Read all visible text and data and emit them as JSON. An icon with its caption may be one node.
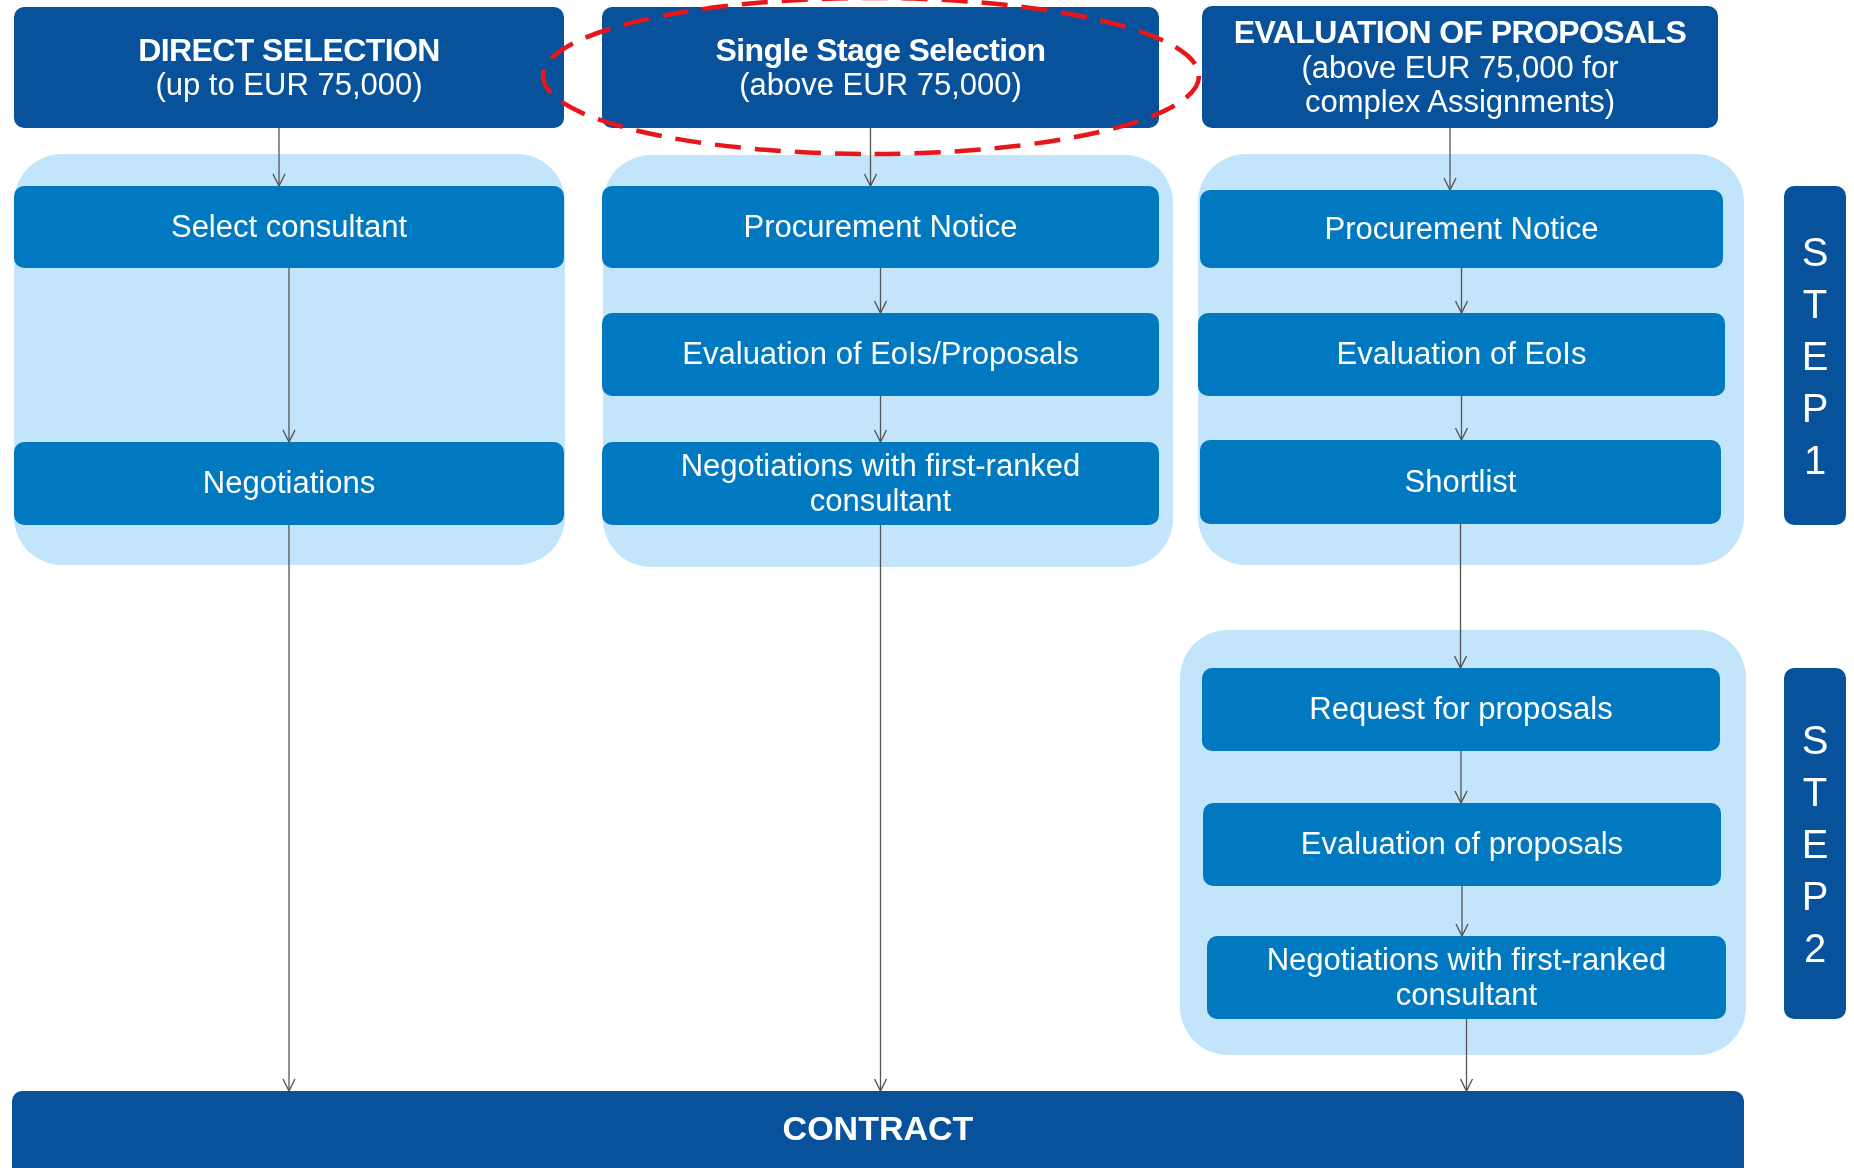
{
  "diagram": {
    "nodes": [
      {
        "text": [
          "DIRECT SELECTION",
          "(up to EUR 75,000)"
        ]
      },
      {
        "text": [
          "Single Stage Selection",
          "(above EUR 75,000)"
        ]
      },
      {
        "text": [
          "EVALUATION OF PROPOSALS",
          "(above EUR 75,000 for complex Assignments)"
        ]
      },
      {
        "text": [],
        "shape": "box"
      },
      {
        "text": [
          "Select consultant"
        ],
        "in": 3
      },
      {
        "text": [
          "Negotiations"
        ],
        "in": 3
      },
      {
        "text": [],
        "shape": "box"
      },
      {
        "text": [
          "Procurement Notice"
        ],
        "in": 6
      },
      {
        "text": [
          "Evaluation of EoIs/Proposals"
        ],
        "in": 6
      },
      {
        "text": [
          "Negotiations with first-ranked consultant"
        ],
        "in": 6
      },
      {
        "text": [],
        "shape": "box"
      },
      {
        "text": [
          "Procurement Notice"
        ],
        "in": 10
      },
      {
        "text": [
          "Evaluation of EoIs"
        ],
        "in": 10
      },
      {
        "text": [
          "Shortlist"
        ],
        "in": 10
      },
      {
        "text": [
          "STEP 1"
        ]
      },
      {
        "text": [],
        "shape": "box"
      },
      {
        "text": [
          "Request for proposals"
        ],
        "in": 15
      },
      {
        "text": [
          "Evaluation of proposals"
        ],
        "in": 15
      },
      {
        "text": [
          "Negotiations with first-ranked consultant"
        ],
        "in": 15
      },
      {
        "text": [
          "STEP 2"
        ]
      },
      {
        "text": [
          "CONTRACT"
        ]
      }
    ],
    "edges": [
      {
        "from": 0,
        "to": 4,
        "arrow": "to"
      },
      {
        "from": 4,
        "to": 5,
        "arrow": "to"
      },
      {
        "from": 5,
        "to": 20,
        "arrow": "to"
      },
      {
        "from": 1,
        "to": 7,
        "arrow": "to"
      },
      {
        "from": 7,
        "to": 8,
        "arrow": "to"
      },
      {
        "from": 8,
        "to": 9,
        "arrow": "to"
      },
      {
        "from": 9,
        "to": 20,
        "arrow": "to"
      },
      {
        "from": 2,
        "to": 11,
        "arrow": "to"
      },
      {
        "from": 11,
        "to": 12,
        "arrow": "to"
      },
      {
        "from": 12,
        "to": 13,
        "arrow": "to"
      },
      {
        "from": 13,
        "to": 16,
        "arrow": "to"
      },
      {
        "from": 16,
        "to": 17,
        "arrow": "to"
      },
      {
        "from": 17,
        "to": 18,
        "arrow": "to"
      },
      {
        "from": 18,
        "to": 20,
        "arrow": "to"
      }
    ]
  }
}
